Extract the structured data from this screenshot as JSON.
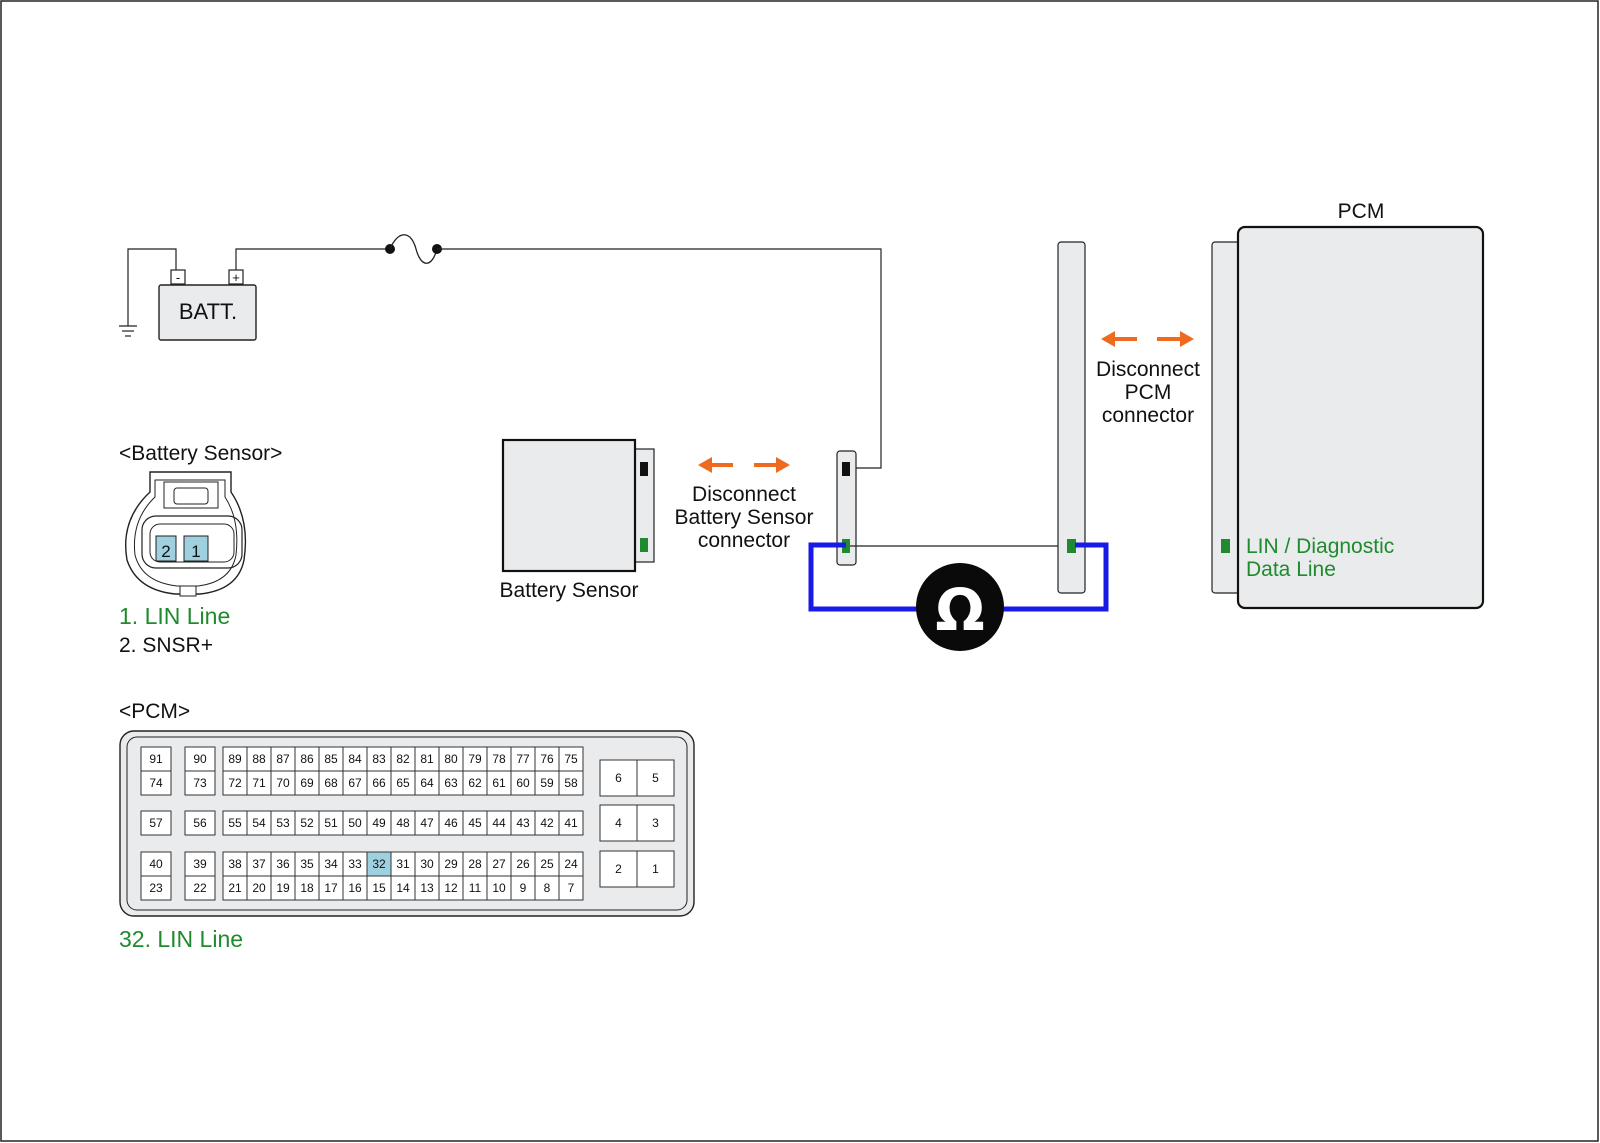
{
  "diagram": {
    "battery_label": "BATT.",
    "battery_minus": "-",
    "battery_plus": "+",
    "pcm_title": "PCM",
    "battery_sensor_label": "Battery Sensor",
    "disconnect_sensor": [
      "Disconnect",
      "Battery Sensor",
      "connector"
    ],
    "disconnect_pcm": [
      "Disconnect",
      "PCM",
      "connector"
    ],
    "pcm_pin_label": [
      "LIN / Diagnostic",
      "Data Line"
    ],
    "ohm_symbol": "Ω"
  },
  "battery_sensor_connector": {
    "title": "<Battery Sensor>",
    "pins": [
      "2",
      "1"
    ],
    "legend": [
      {
        "text": "1. LIN Line",
        "color": "#1f8a2e"
      },
      {
        "text": "2. SNSR+",
        "color": "#111111"
      }
    ]
  },
  "pcm_connector": {
    "title": "<PCM>",
    "highlight_pin": "32",
    "legend": "32. LIN Line",
    "top_left_upper": [
      "91",
      "90"
    ],
    "top_left_lower": [
      "74",
      "73"
    ],
    "top_row_upper": [
      "89",
      "88",
      "87",
      "86",
      "85",
      "84",
      "83",
      "82",
      "81",
      "80",
      "79",
      "78",
      "77",
      "76",
      "75"
    ],
    "top_row_lower": [
      "72",
      "71",
      "70",
      "69",
      "68",
      "67",
      "66",
      "65",
      "64",
      "63",
      "62",
      "61",
      "60",
      "59",
      "58"
    ],
    "mid_left": [
      "57",
      "56"
    ],
    "mid_row": [
      "55",
      "54",
      "53",
      "52",
      "51",
      "50",
      "49",
      "48",
      "47",
      "46",
      "45",
      "44",
      "43",
      "42",
      "41"
    ],
    "bot_left_upper": [
      "40",
      "39"
    ],
    "bot_left_lower": [
      "23",
      "22"
    ],
    "bot_row_upper": [
      "38",
      "37",
      "36",
      "35",
      "34",
      "33",
      "32",
      "31",
      "30",
      "29",
      "28",
      "27",
      "26",
      "25",
      "24"
    ],
    "bot_row_lower": [
      "21",
      "20",
      "19",
      "18",
      "17",
      "16",
      "15",
      "14",
      "13",
      "12",
      "11",
      "10",
      "9",
      "8",
      "7"
    ],
    "right_blocks": [
      [
        "6",
        "5"
      ],
      [
        "4",
        "3"
      ],
      [
        "2",
        "1"
      ]
    ]
  },
  "colors": {
    "wire_blue": "#1a1ae6",
    "arrow_orange": "#ee6a1e",
    "lin_green": "#1f8a2e",
    "pin_highlight": "#9fd0e0",
    "box_fill": "#e9ebec"
  }
}
